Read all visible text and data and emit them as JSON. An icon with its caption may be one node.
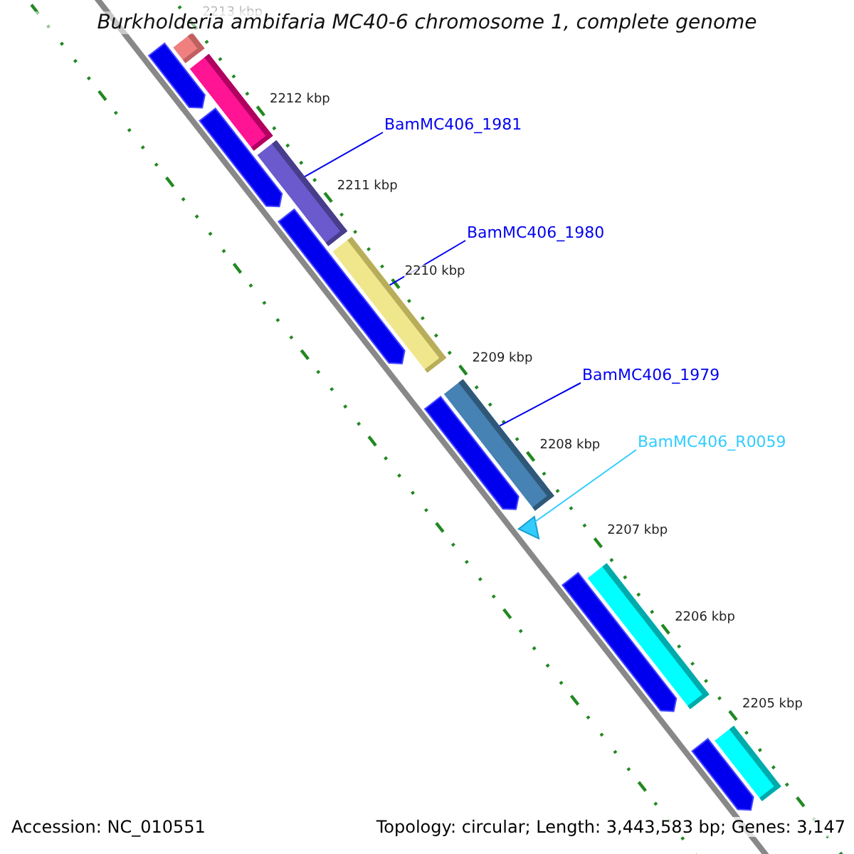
{
  "diagram": {
    "title": "Burkholderia ambifaria MC40-6 chromosome 1, complete genome",
    "nodes": [
      {
        "text": [
          "BamMC406_1981"
        ]
      },
      {
        "text": [],
        "shape": "bar"
      },
      {
        "text": [
          "BamMC406_1980"
        ]
      },
      {
        "text": [],
        "shape": "bar"
      },
      {
        "text": [
          "BamMC406_1979"
        ]
      },
      {
        "text": [],
        "shape": "bar"
      },
      {
        "text": [
          "BamMC406_R0059"
        ]
      },
      {
        "text": [],
        "shape": "triangle"
      },
      {
        "text": [],
        "shape": "bar"
      },
      {
        "text": [],
        "shape": "bar"
      },
      {
        "text": [],
        "shape": "bar"
      },
      {
        "text": [],
        "shape": "bar"
      },
      {
        "text": [],
        "shape": "bar"
      },
      {
        "text": [],
        "shape": "bar"
      },
      {
        "text": [],
        "shape": "bar"
      },
      {
        "text": [],
        "shape": "bar"
      },
      {
        "text": [],
        "shape": "bar"
      },
      {
        "text": [],
        "shape": "bar"
      }
    ],
    "edges": [
      {
        "from": 0,
        "to": 1,
        "arrow": "none"
      },
      {
        "from": 2,
        "to": 3,
        "arrow": "none"
      },
      {
        "from": 4,
        "to": 5,
        "arrow": "none"
      },
      {
        "from": 6,
        "to": 7,
        "arrow": "none",
        "color": "#33ccff"
      }
    ],
    "labels": [
      "2213 kbp",
      "2212 kbp",
      "2211 kbp",
      "2210 kbp",
      "2209 kbp",
      "2208 kbp",
      "2207 kbp",
      "2206 kbp",
      "2205 kbp",
      "Accession: NC_010551",
      "Topology: circular; Length: 3,443,583 bp; Genes: 3,147"
    ]
  }
}
